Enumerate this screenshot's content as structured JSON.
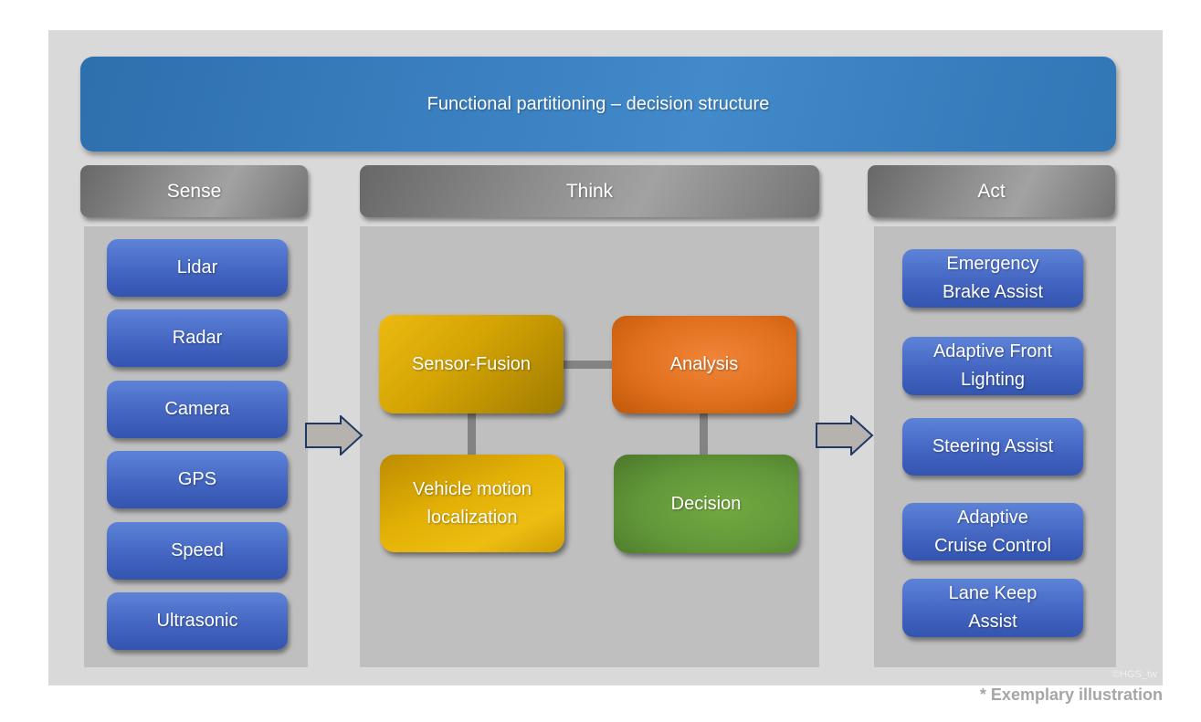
{
  "title_banner": {
    "label": "Functional partitioning – decision structure"
  },
  "columns": {
    "sense": {
      "header": "Sense",
      "items": [
        "Lidar",
        "Radar",
        "Camera",
        "GPS",
        "Speed",
        "Ultrasonic"
      ]
    },
    "think": {
      "header": "Think",
      "nodes": {
        "sensor_fusion": "Sensor-Fusion",
        "analysis": "Analysis",
        "vehicle_motion": "Vehicle motion\nlocalization",
        "decision": "Decision"
      }
    },
    "act": {
      "header": "Act",
      "items": [
        "Emergency\nBrake Assist",
        "Adaptive Front\nLighting",
        "Steering Assist",
        "Adaptive\nCruise Control",
        "Lane Keep\nAssist"
      ]
    }
  },
  "footer": {
    "watermark": "©HGS_tw",
    "note": "* Exemplary illustration"
  },
  "icons": {
    "flow_arrow": "right-block-arrow"
  },
  "colors": {
    "banner_blue": "#3d83c4",
    "header_gray": "#8f8f8f",
    "button_blue": "#4466c2",
    "node_gold": "#d3a304",
    "node_orange": "#e0701d",
    "node_green": "#619739",
    "panel_gray": "#bfbfbf",
    "canvas_gray": "#d9d9d9",
    "connector_gray": "#838383",
    "arrow_fill": "#b6b2ad",
    "arrow_outline": "#1f3864"
  }
}
